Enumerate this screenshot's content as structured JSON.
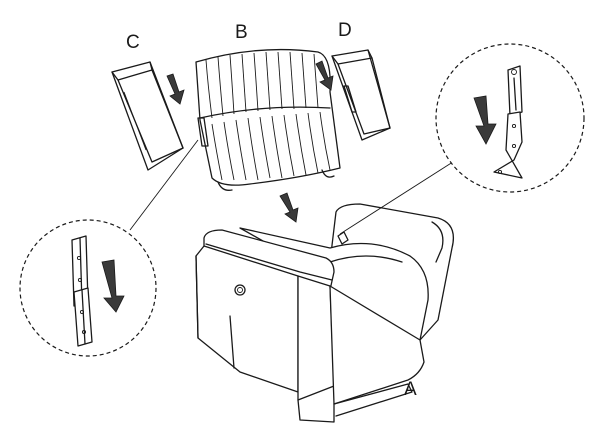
{
  "labels": {
    "a": "A",
    "b": "B",
    "c": "C",
    "d": "D"
  },
  "icons": {
    "arrow": "down-arrow-icon"
  }
}
